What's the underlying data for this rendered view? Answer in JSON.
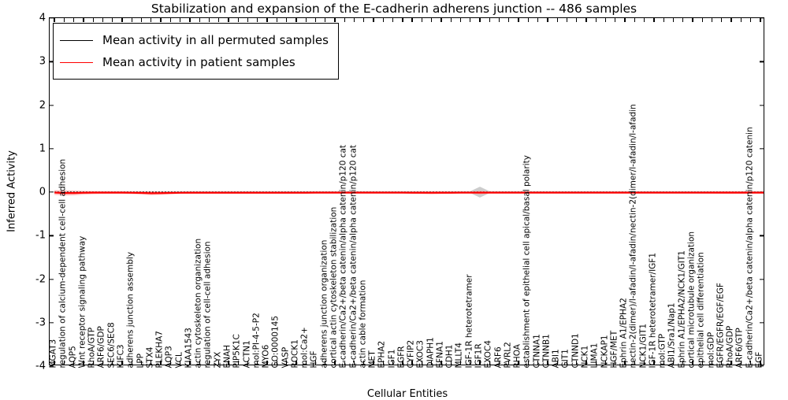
{
  "chart_data": {
    "type": "line",
    "title": "Stabilization and expansion of the E-cadherin adherens junction -- 486 samples",
    "xlabel": "Cellular Entities",
    "ylabel": "Inferred Activity",
    "ylim": [
      -4,
      4
    ],
    "yticks": [
      "-4",
      "-3",
      "-2",
      "-1",
      "0",
      "1",
      "2",
      "3",
      "4"
    ],
    "grid": false,
    "legend_position": "upper left",
    "legend": [
      {
        "name": "Mean activity in all permuted samples",
        "color": "#000000"
      },
      {
        "name": "Mean activity in patient samples",
        "color": "#ff0000"
      }
    ],
    "series": [
      {
        "name": "Mean activity in all permuted samples",
        "color": "#000000",
        "style": "dotted",
        "band_color": "#b0b0b0",
        "values": [
          0.0,
          0.0,
          0.0,
          0.0,
          0.0,
          0.0,
          0.0,
          0.0,
          0.0,
          0.0,
          0.0,
          0.0,
          0.0,
          0.0,
          0.0,
          0.0,
          0.0,
          0.0,
          0.0,
          0.0,
          0.0,
          0.0,
          0.0,
          0.0,
          0.0,
          0.0,
          0.0,
          0.0,
          0.0,
          0.0,
          0.0,
          0.0,
          0.0,
          0.0,
          0.0,
          0.0,
          0.0,
          0.0,
          0.0,
          0.0,
          0.0,
          0.0,
          0.0,
          0.0,
          0.0,
          0.0,
          0.0,
          0.0,
          0.0,
          0.0,
          0.0,
          0.0,
          0.0,
          0.0,
          0.0,
          0.0,
          0.0,
          0.0,
          0.0,
          0.0,
          0.0,
          0.0,
          0.0,
          0.0,
          0.0,
          0.0,
          0.0,
          0.0,
          0.0,
          0.0,
          0.0,
          0.0,
          0.0,
          0.0,
          0.0,
          0.0,
          0.0,
          0.0,
          0.0,
          0.0
        ],
        "band": [
          0.035,
          0.03,
          0.025,
          0.02,
          0.02,
          0.02,
          0.02,
          0.02,
          0.02,
          0.02,
          0.02,
          0.02,
          0.02,
          0.02,
          0.02,
          0.02,
          0.02,
          0.02,
          0.02,
          0.02,
          0.02,
          0.02,
          0.02,
          0.02,
          0.02,
          0.02,
          0.02,
          0.02,
          0.02,
          0.02,
          0.02,
          0.02,
          0.02,
          0.02,
          0.02,
          0.02,
          0.02,
          0.02,
          0.02,
          0.02,
          0.02,
          0.02,
          0.02,
          0.02,
          0.125,
          0.02,
          0.02,
          0.02,
          0.02,
          0.02,
          0.02,
          0.02,
          0.02,
          0.02,
          0.02,
          0.02,
          0.02,
          0.02,
          0.02,
          0.02,
          0.02,
          0.02,
          0.02,
          0.02,
          0.02,
          0.02,
          0.02,
          0.02,
          0.02,
          0.02,
          0.02,
          0.02,
          0.02,
          0.02,
          0.02,
          0.02,
          0.02,
          0.02,
          0.02,
          0.035
        ]
      },
      {
        "name": "Mean activity in patient samples",
        "color": "#ff0000",
        "style": "solid",
        "band_color": "#ffaaaa",
        "values": [
          -0.01,
          -0.02,
          -0.02,
          -0.015,
          -0.012,
          -0.012,
          -0.012,
          -0.012,
          -0.015,
          -0.018,
          -0.025,
          -0.022,
          -0.018,
          -0.015,
          -0.014,
          -0.014,
          -0.014,
          -0.014,
          -0.014,
          -0.014,
          -0.013,
          -0.013,
          -0.013,
          -0.013,
          -0.013,
          -0.013,
          -0.013,
          -0.012,
          -0.012,
          -0.012,
          -0.012,
          -0.012,
          -0.012,
          -0.012,
          -0.012,
          -0.012,
          -0.012,
          -0.013,
          -0.014,
          -0.015,
          -0.014,
          -0.013,
          -0.012,
          -0.012,
          -0.012,
          -0.012,
          -0.012,
          -0.012,
          -0.012,
          -0.012,
          -0.012,
          -0.012,
          -0.012,
          -0.012,
          -0.012,
          -0.012,
          -0.012,
          -0.012,
          -0.012,
          -0.012,
          -0.012,
          -0.012,
          -0.012,
          -0.012,
          -0.012,
          -0.012,
          -0.012,
          -0.012,
          -0.012,
          -0.012,
          -0.012,
          -0.012,
          -0.012,
          -0.012,
          -0.012,
          -0.011,
          -0.01,
          -0.009,
          -0.006,
          -0.003
        ],
        "band": [
          0.055,
          0.06,
          0.055,
          0.045,
          0.035,
          0.03,
          0.028,
          0.028,
          0.03,
          0.035,
          0.045,
          0.04,
          0.03,
          0.025,
          0.022,
          0.02,
          0.02,
          0.02,
          0.02,
          0.02,
          0.02,
          0.02,
          0.02,
          0.02,
          0.02,
          0.02,
          0.02,
          0.02,
          0.02,
          0.02,
          0.02,
          0.02,
          0.02,
          0.02,
          0.02,
          0.02,
          0.02,
          0.025,
          0.03,
          0.035,
          0.03,
          0.025,
          0.02,
          0.02,
          0.04,
          0.02,
          0.02,
          0.02,
          0.02,
          0.02,
          0.02,
          0.02,
          0.02,
          0.02,
          0.02,
          0.02,
          0.02,
          0.02,
          0.02,
          0.02,
          0.02,
          0.02,
          0.02,
          0.02,
          0.02,
          0.02,
          0.02,
          0.022,
          0.025,
          0.028,
          0.03,
          0.028,
          0.025,
          0.022,
          0.02,
          0.02,
          0.025,
          0.032,
          0.04,
          0.05
        ]
      }
    ],
    "categories": [
      "MGAT3",
      "regulation of calcium-dependent cell-cell adhesion",
      "AQP5",
      "Wnt receptor signaling pathway",
      "RhoA/GTP",
      "ARF6/GDP",
      "SEC6/SEC8",
      "KIFC3",
      "adherens junction assembly",
      "LPP",
      "STX4",
      "PLEKHA7",
      "AQP3",
      "VCL",
      "KIAA1543",
      "actin cytoskeleton organization",
      "regulation of cell-cell adhesion",
      "ZYX",
      "ENAH",
      "PIP5K1C",
      "ACTN1",
      "mol:PI-4-5-P2",
      "MYO6",
      "GO:0000145",
      "VASP",
      "ROCK1",
      "mol:Ca2+",
      "HGF",
      "adherens junction organization",
      "cortical actin cytoskeleton stabilization",
      "E-cadherin/Ca2+/beta catenin/alpha catenin/p120 cat",
      "E-cadherin/Ca2+/beta catenin/alpha catenin/p120 cat",
      "actin cable formation",
      "MET",
      "EPHA2",
      "IGF1",
      "EGFR",
      "CYFIP2",
      "EXOC3",
      "DIAPH1",
      "EFNA1",
      "CDH1",
      "MLLT4",
      "IGF-1R heterotetramer",
      "IGF1R",
      "EXOC4",
      "ARF6",
      "PVRL2",
      "RHOA",
      "establishment of epithelial cell apical/basal polarity",
      "CTNNA1",
      "CTNNB1",
      "ABI1",
      "GIT1",
      "CTNND1",
      "NCK1",
      "LIMA1",
      "NCKAP1",
      "HGF/MET",
      "Ephrin A1/EPHA2",
      "nectin-2(dimer)/l-afadin/l-afadin/nectin-2(dimer/l-afadin/l-afadin",
      "NCK1/GIT1",
      "IGF-1R heterotetramer/IGF1",
      "mol:GTP",
      "ABI1/Sra1/Nap1",
      "Ephrin A1/EPHA2/NCK1/GIT1",
      "cortical microtubule organization",
      "epithelial cell differentiation",
      "mol:GDP",
      "EGFR/EGFR/EGF/EGF",
      "RhoA/GDP",
      "ARF6/GTP",
      "E-cadherin/Ca2+/beta catenin/alpha catenin/p120 catenin",
      "EGF"
    ]
  }
}
